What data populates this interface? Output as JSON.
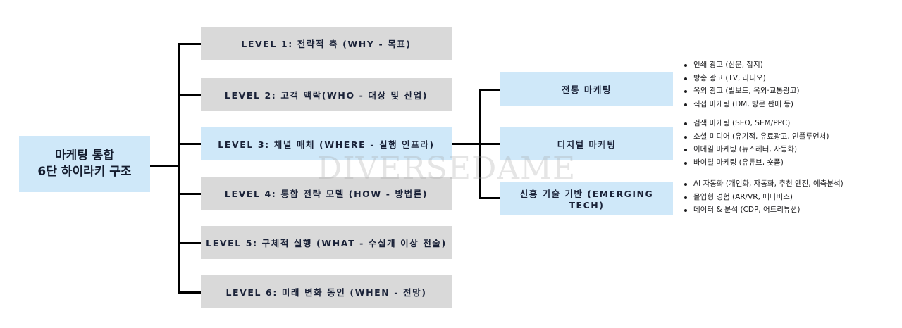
{
  "root": {
    "line1": "마케팅 통합",
    "line2": "6단 하이라키 구조"
  },
  "levels": [
    {
      "label": "LEVEL 1: 전략적 축 (WHY - 목표)"
    },
    {
      "label": "LEVEL 2: 고객 맥락(WHO - 대상 및 산업)"
    },
    {
      "label": "LEVEL 3: 채널 매체 (WHERE - 실행 인프라)"
    },
    {
      "label": "LEVEL 4: 통합 전략 모델 (HOW - 방법론)"
    },
    {
      "label": "LEVEL 5: 구체적 실행 (WHAT - 수십개 이상 전술)"
    },
    {
      "label": "LEVEL 6: 미래 변화 동인 (WHEN - 전망)"
    }
  ],
  "channels": [
    {
      "label": "전통 마케팅",
      "items": [
        "인쇄 광고 (신문, 잡지)",
        "방송 광고 (TV, 라디오)",
        "옥외 광고 (빌보드, 옥외·교통광고)",
        "직접 마케팅 (DM, 방문 판매 등)"
      ]
    },
    {
      "label": "디지털 마케팅",
      "items": [
        "검색 마케팅 (SEO, SEM/PPC)",
        "소셜 미디어 (유기적, 유료광고, 인플루언서)",
        "이메일 마케팅 (뉴스레터, 자동화)",
        "바이럴 마케팅 (유튜브, 숏폼)"
      ]
    },
    {
      "label": "신흥 기술 기반 (EMERGING TECH)",
      "items": [
        "AI 자동화 (개인화, 자동화, 추천 엔진, 예측분석)",
        "몰입형 경험 (AR/VR, 메타버스)",
        "데이터 & 분석 (CDP, 어트리뷰션)"
      ]
    }
  ],
  "watermark": "DIVERSEDAME",
  "colors": {
    "highlight_box": "#cfe8f9",
    "neutral_box": "#d9d9d9",
    "text": "#1a2238",
    "connector": "#000000"
  }
}
